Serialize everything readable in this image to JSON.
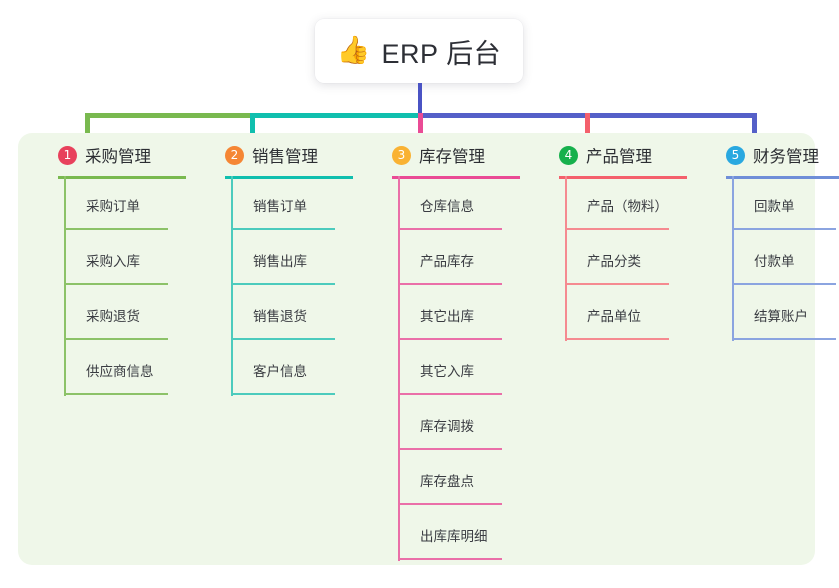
{
  "diagram": {
    "title": "ERP 后台",
    "root": {
      "icon": "thumbs-up-emoji",
      "emoji": "👍",
      "label": "ERP 后台"
    },
    "panel_color": "#eff7e9",
    "bus_colors": {
      "segment_green": "#79b94f",
      "segment_teal": "#10bfae",
      "segment_blue": "#5560c8",
      "root_stem": "#4a53c4"
    },
    "columns": [
      {
        "number": "1",
        "title": "采购管理",
        "badge_color": "#e8415c",
        "rule_color": "#79b94f",
        "line_color": "#8cc268",
        "connector_color": "#79b94f",
        "items": [
          {
            "label": "采购订单"
          },
          {
            "label": "采购入库"
          },
          {
            "label": "采购退货"
          },
          {
            "label": "供应商信息"
          }
        ]
      },
      {
        "number": "2",
        "title": "销售管理",
        "badge_color": "#f58634",
        "rule_color": "#10bfae",
        "line_color": "#4ccbbd",
        "connector_color": "#10bfae",
        "items": [
          {
            "label": "销售订单"
          },
          {
            "label": "销售出库"
          },
          {
            "label": "销售退货"
          },
          {
            "label": "客户信息"
          }
        ]
      },
      {
        "number": "3",
        "title": "库存管理",
        "badge_color": "#f9b233",
        "rule_color": "#ea4b95",
        "line_color": "#ea6fa8",
        "connector_color": "#ea4b95",
        "items": [
          {
            "label": "仓库信息"
          },
          {
            "label": "产品库存"
          },
          {
            "label": "其它出库"
          },
          {
            "label": "其它入库"
          },
          {
            "label": "库存调拨"
          },
          {
            "label": "库存盘点"
          },
          {
            "label": "出库库明细"
          }
        ]
      },
      {
        "number": "4",
        "title": "产品管理",
        "badge_color": "#16b04c",
        "rule_color": "#f4606c",
        "line_color": "#f58a90",
        "connector_color": "#f4606c",
        "items": [
          {
            "label": "产品（物料）"
          },
          {
            "label": "产品分类"
          },
          {
            "label": "产品单位"
          }
        ]
      },
      {
        "number": "5",
        "title": "财务管理",
        "badge_color": "#29a8e0",
        "rule_color": "#6f8ed8",
        "line_color": "#8ba4e0",
        "connector_color": "#5560c8",
        "items": [
          {
            "label": "回款单"
          },
          {
            "label": "付款单"
          },
          {
            "label": "结算账户"
          }
        ]
      }
    ]
  }
}
